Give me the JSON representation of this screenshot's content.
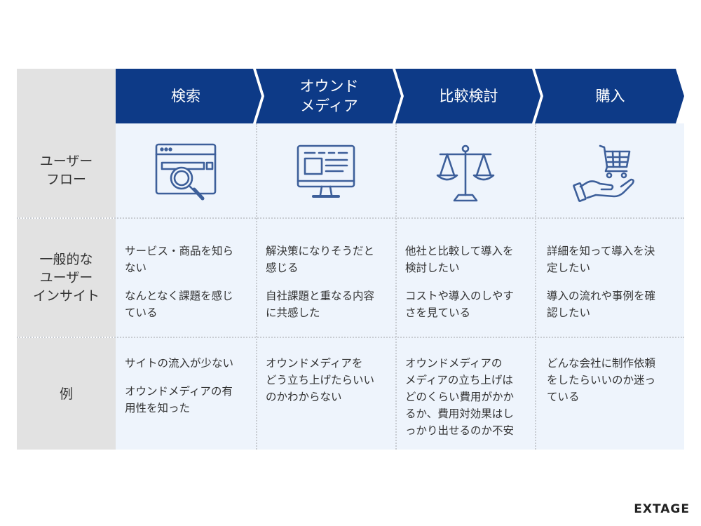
{
  "row_labels": [
    "ユーザー\nフロー",
    "一般的な\nユーザー\nインサイト",
    "例"
  ],
  "header_color": "#0d3a87",
  "steps": [
    {
      "title": "検索",
      "icon": "search-window-icon",
      "insights": [
        "サービス・商品を知ら\nない",
        "なんとなく課題を感じ\nている"
      ],
      "examples": [
        "サイトの流入が少ない",
        "オウンドメディアの有\n用性を知った"
      ]
    },
    {
      "title": "オウンド\nメディア",
      "icon": "monitor-icon",
      "insights": [
        "解決策になりそうだと\n感じる",
        "自社課題と重なる内容\nに共感した"
      ],
      "examples": [
        "オウンドメディアを\nどう立ち上げたらいい\nのかわからない"
      ]
    },
    {
      "title": "比較検討",
      "icon": "balance-scale-icon",
      "insights": [
        "他社と比較して導入を\n検討したい",
        "コストや導入のしやす\nさを見ている"
      ],
      "examples": [
        "オウンドメディアの\nメディアの立ち上げは\nどのくらい費用がかか\nるか、費用対効果はし\nっかり出せるのか不安"
      ]
    },
    {
      "title": "購入",
      "icon": "cart-hand-icon",
      "insights": [
        "詳細を知って導入を決\n定したい",
        "導入の流れや事例を確\n認したい"
      ],
      "examples": [
        "どんな会社に制作依頼\nをしたらいいのか迷っ\nている"
      ]
    }
  ],
  "logo": "EXTAGE"
}
